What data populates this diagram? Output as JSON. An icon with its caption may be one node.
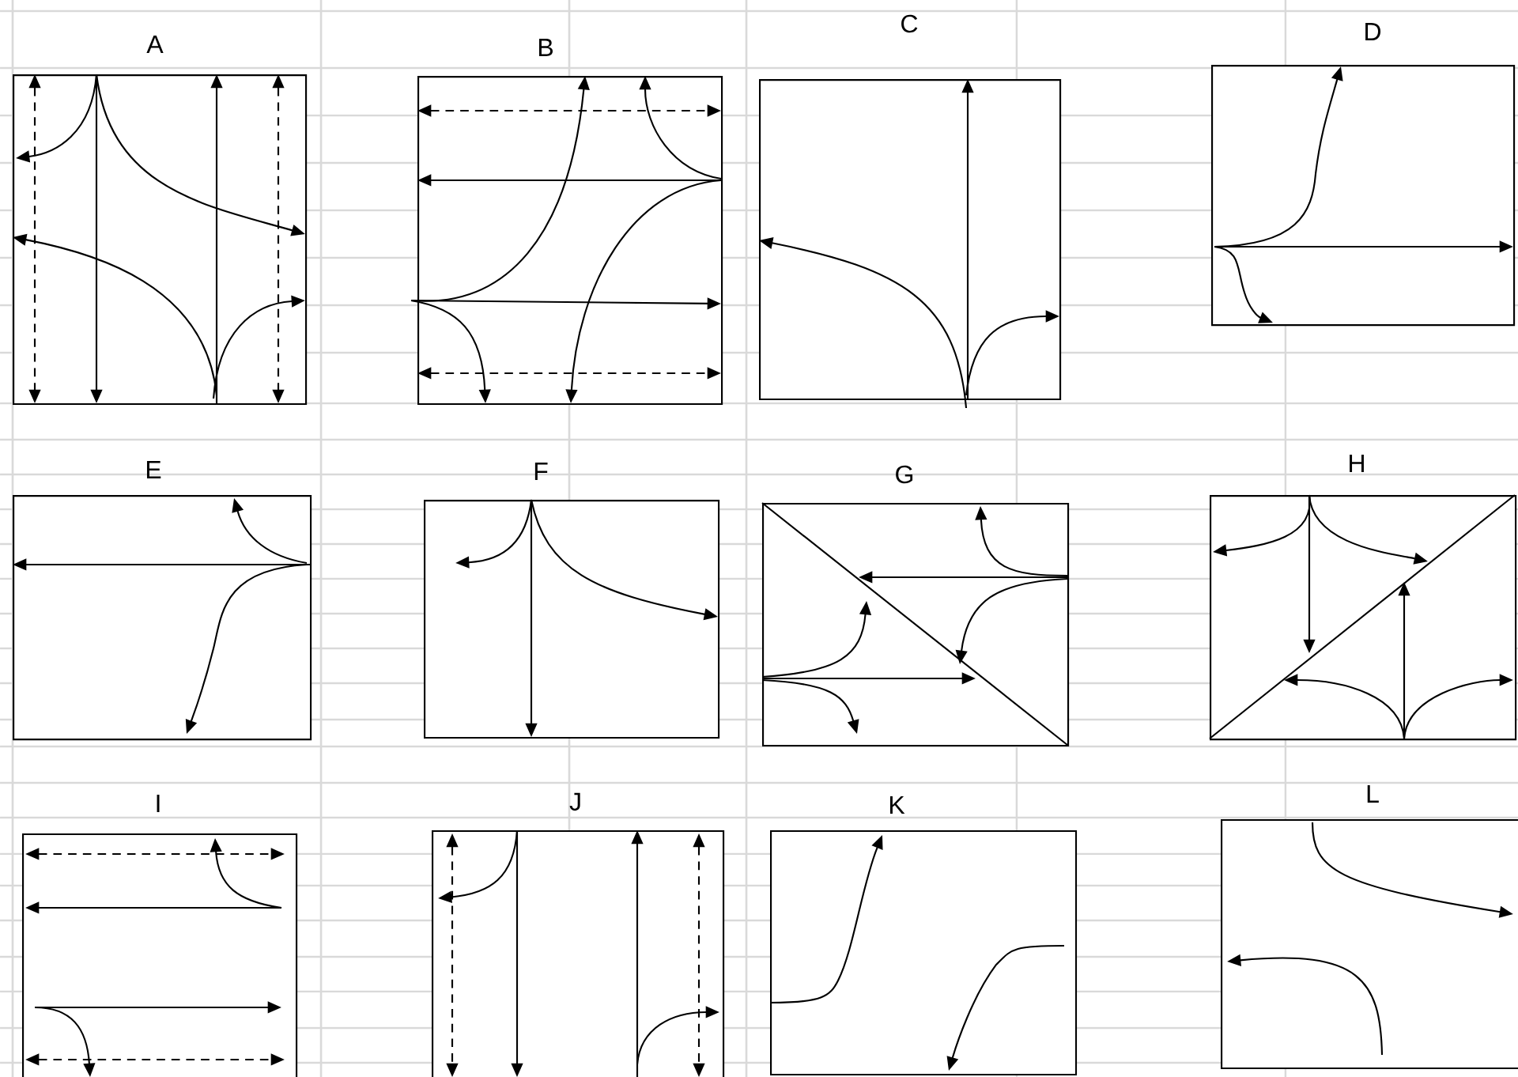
{
  "diagram": {
    "nodes": [
      {
        "text": [
          "A"
        ]
      },
      {
        "text": [
          "B"
        ]
      },
      {
        "text": [
          "C"
        ]
      },
      {
        "text": [
          "D"
        ]
      },
      {
        "text": [
          "E"
        ]
      },
      {
        "text": [
          "F"
        ]
      },
      {
        "text": [
          "G"
        ]
      },
      {
        "text": [
          "H"
        ]
      },
      {
        "text": [
          "I"
        ]
      },
      {
        "text": [
          "J"
        ]
      },
      {
        "text": [
          "K"
        ]
      },
      {
        "text": [
          "L"
        ]
      }
    ]
  }
}
